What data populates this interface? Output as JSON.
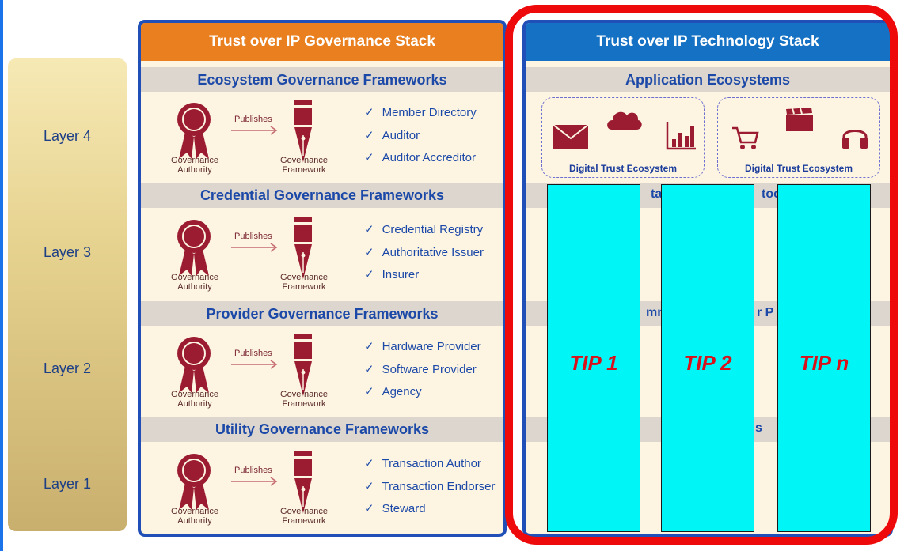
{
  "layers": [
    "Layer 4",
    "Layer 3",
    "Layer 2",
    "Layer 1"
  ],
  "governance": {
    "title": "Trust over IP Governance Stack",
    "publishes_label": "Publishes",
    "authority_label_1": "Governance",
    "authority_label_2": "Authority",
    "framework_label_1": "Governance",
    "framework_label_2": "Framework",
    "rows": [
      {
        "band": "Ecosystem Governance Frameworks",
        "items": [
          "Member Directory",
          "Auditor",
          "Auditor Accreditor"
        ]
      },
      {
        "band": "Credential Governance Frameworks",
        "items": [
          "Credential Registry",
          "Authoritative Issuer",
          "Insurer"
        ]
      },
      {
        "band": "Provider Governance Frameworks",
        "items": [
          "Hardware Provider",
          "Software Provider",
          "Agency"
        ]
      },
      {
        "band": "Utility Governance Frameworks",
        "items": [
          "Transaction Author",
          "Transaction Endorser",
          "Steward"
        ]
      }
    ],
    "check_mark": "✓"
  },
  "technology": {
    "title": "Trust over IP Technology Stack",
    "band": "Application Ecosystems",
    "ecosystems": [
      "Digital Trust Ecosystem",
      "Digital Trust Ecosystem"
    ],
    "partial_text": [
      "ta E",
      "toc",
      "mm",
      "r P",
      "s"
    ]
  },
  "tips": [
    "TIP 1",
    "TIP 2",
    "TIP n"
  ],
  "colors": {
    "governance_header": "#e97f1e",
    "technology_header": "#1571c3",
    "highlight": "#ee0a0a",
    "tip_fill": "#00f5f7",
    "tip_text": "#d8111b"
  }
}
